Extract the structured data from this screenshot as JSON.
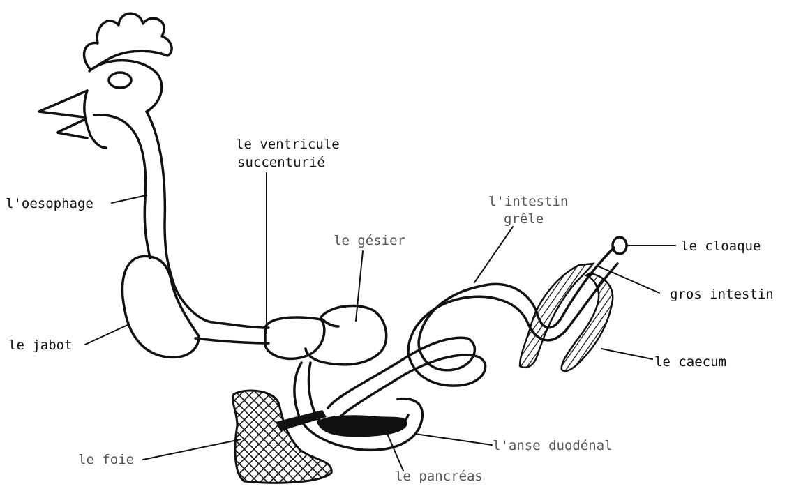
{
  "labels": {
    "ventricule_line1": "le ventricule",
    "ventricule_line2": "succenturié",
    "oesophage": "l'oesophage",
    "intestin_line1": "l'intestin",
    "intestin_line2": "grêle",
    "gesier": "le gésier",
    "cloaque": "le cloaque",
    "gros_intestin": "gros intestin",
    "jabot": "le jabot",
    "caecum": "le caecum",
    "anse": "l'anse duodénal",
    "foie": "le foie",
    "pancreas": "le pancréas"
  }
}
